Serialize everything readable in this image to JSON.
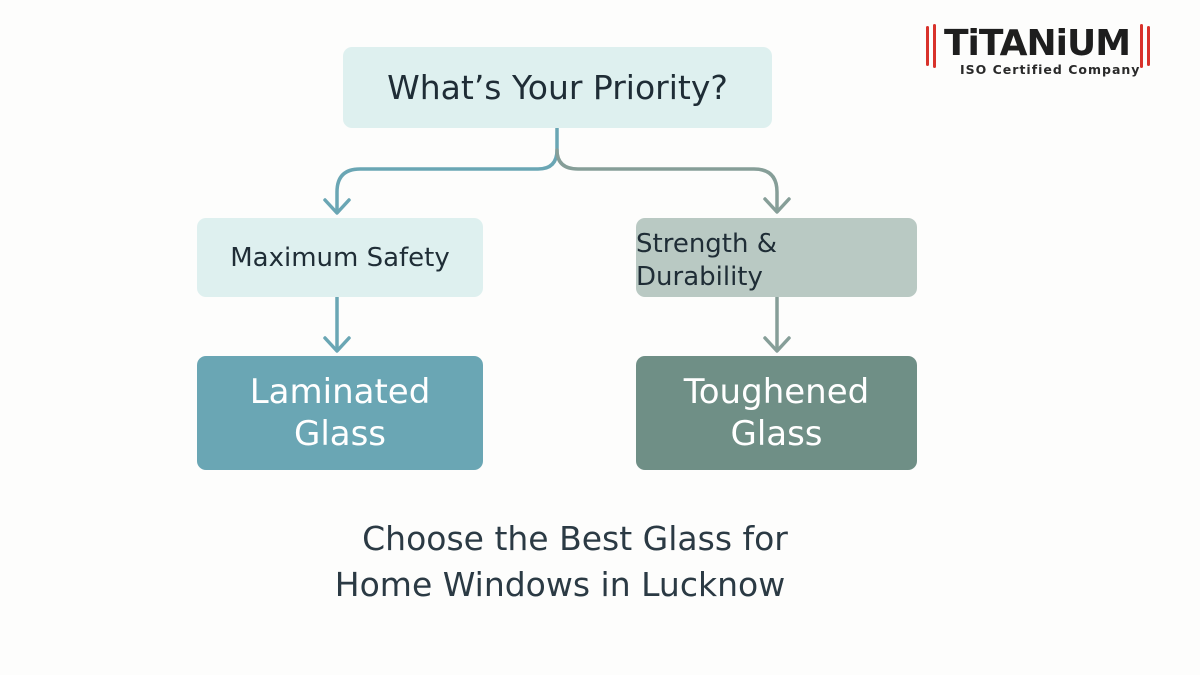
{
  "logo": {
    "brand": "TiTANiUM",
    "tagline": "ISO Certified Company",
    "accent_color": "#d8322b"
  },
  "diagram": {
    "root": {
      "label": "What’s Your Priority?",
      "color": "#def0ef"
    },
    "branches": [
      {
        "priority": {
          "label": "Maximum Safety",
          "color": "#def0ef"
        },
        "result": {
          "line1": "Laminated",
          "line2": "Glass",
          "color": "#6aa6b4"
        },
        "connector_color": "#6aa6b4"
      },
      {
        "priority": {
          "line1": "Strength &",
          "line2": "Durability",
          "color": "#b9c9c3"
        },
        "result": {
          "line1": "Toughened",
          "line2": "Glass",
          "color": "#6f8f86"
        },
        "connector_color": "#869e98"
      }
    ]
  },
  "caption": {
    "line1": "Choose the Best Glass for",
    "line2": "Home Windows in Lucknow"
  }
}
